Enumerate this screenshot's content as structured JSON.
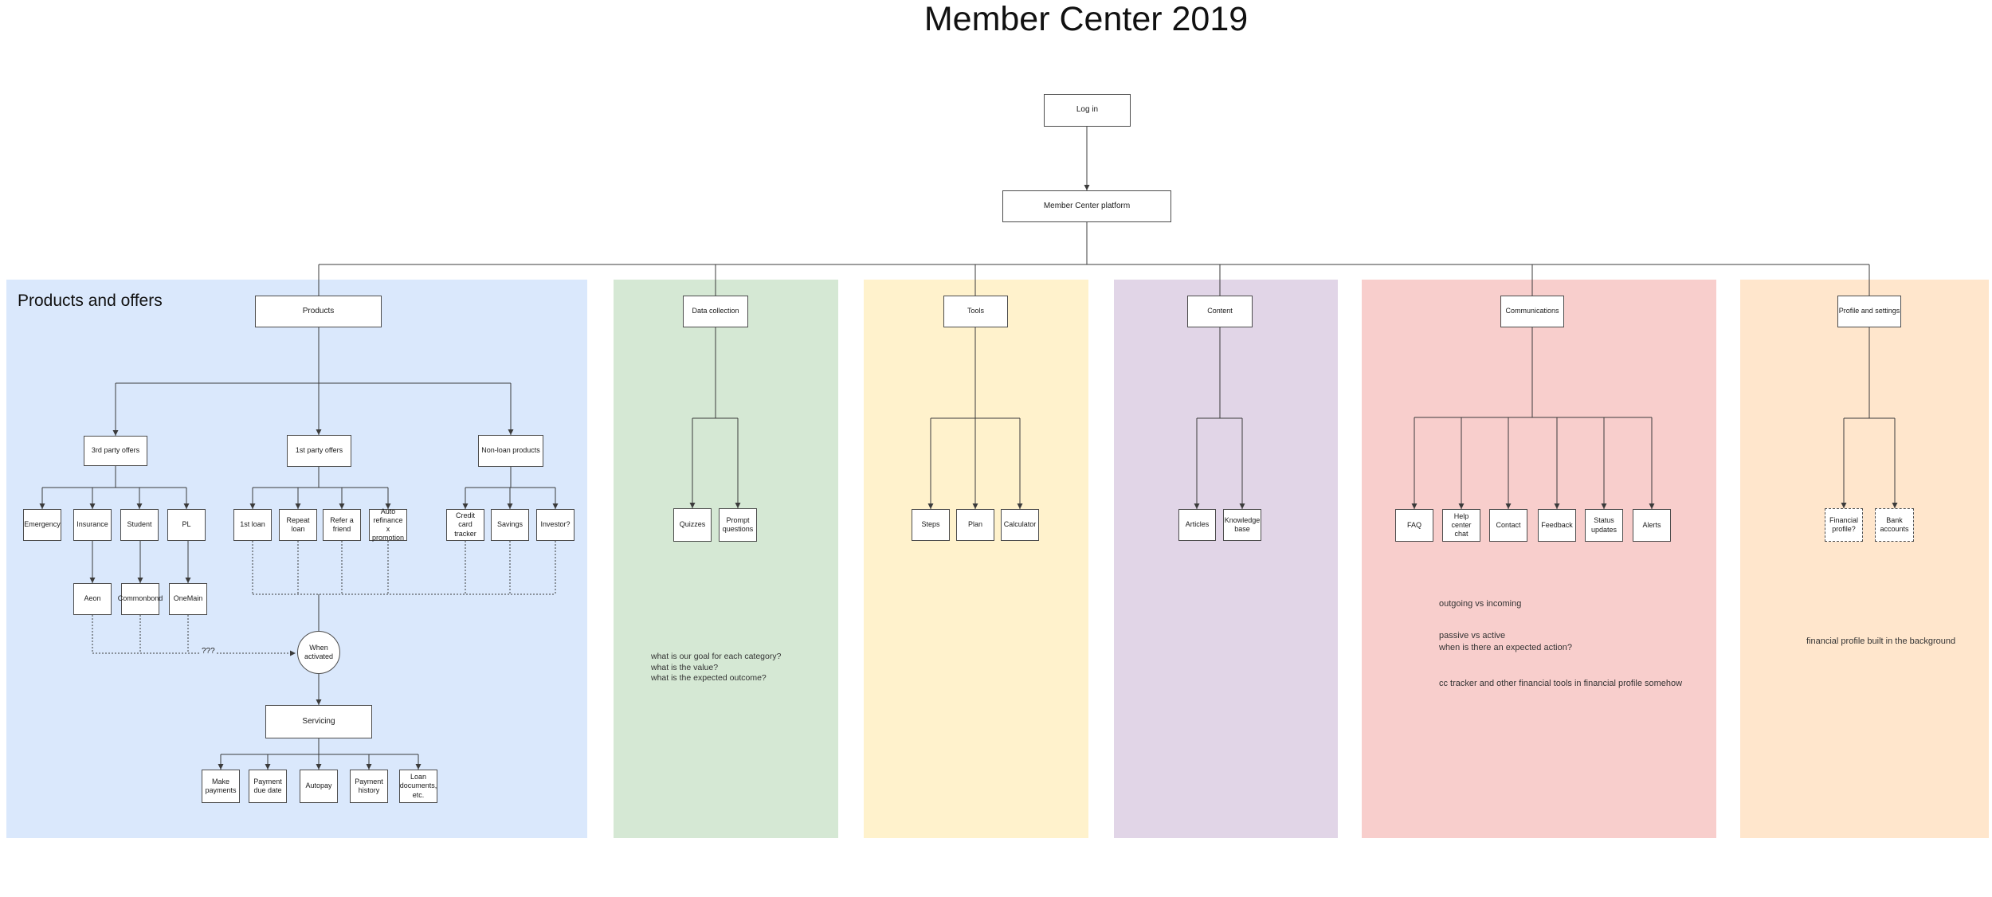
{
  "title": "Member Center 2019",
  "flow": {
    "login": "Log in",
    "platform": "Member Center platform"
  },
  "palette": {
    "blue": "#dae8fc",
    "green": "#d5e8d4",
    "yellow": "#fff2cc",
    "purple": "#e1d5e7",
    "red": "#f8cecc",
    "orange": "#ffe6cc"
  },
  "products": {
    "section_label": "Products and offers",
    "root": "Products",
    "third_party": {
      "label": "3rd party offers",
      "children": [
        "Emergency",
        "Insurance",
        "Student",
        "PL"
      ]
    },
    "first_party": {
      "label": "1st party offers",
      "children": [
        "1st loan",
        "Repeat loan",
        "Refer a friend",
        "Auto refinance x promotion"
      ]
    },
    "non_loan": {
      "label": "Non-loan products",
      "children": [
        "Credit card tracker",
        "Savings",
        "Investor?"
      ]
    },
    "partners": [
      "Aeon",
      "Commonbond",
      "OneMain"
    ],
    "gate": "When activated",
    "gate_question": "???",
    "servicing": {
      "label": "Servicing",
      "children": [
        "Make payments",
        "Payment due date",
        "Autopay",
        "Payment history",
        "Loan documents, etc."
      ]
    }
  },
  "data_collection": {
    "label": "Data collection",
    "children": [
      "Quizzes",
      "Prompt questions"
    ],
    "notes": [
      "what is our goal for each category?",
      "what is the value?",
      "what is the expected outcome?"
    ]
  },
  "tools": {
    "label": "Tools",
    "children": [
      "Steps",
      "Plan",
      "Calculator"
    ]
  },
  "content": {
    "label": "Content",
    "children": [
      "Articles",
      "Knowledge base"
    ]
  },
  "communications": {
    "label": "Communications",
    "children": [
      "FAQ",
      "Help center chat",
      "Contact",
      "Feedback",
      "Status updates",
      "Alerts"
    ],
    "notes": [
      "outgoing vs incoming",
      "passive vs active",
      "when is there an expected action?",
      "cc tracker and other financial tools in financial profile somehow"
    ]
  },
  "profile": {
    "label": "Profile and settings",
    "children": [
      "Financial profile?",
      "Bank accounts"
    ],
    "notes": [
      "financial profile built in the background"
    ]
  }
}
